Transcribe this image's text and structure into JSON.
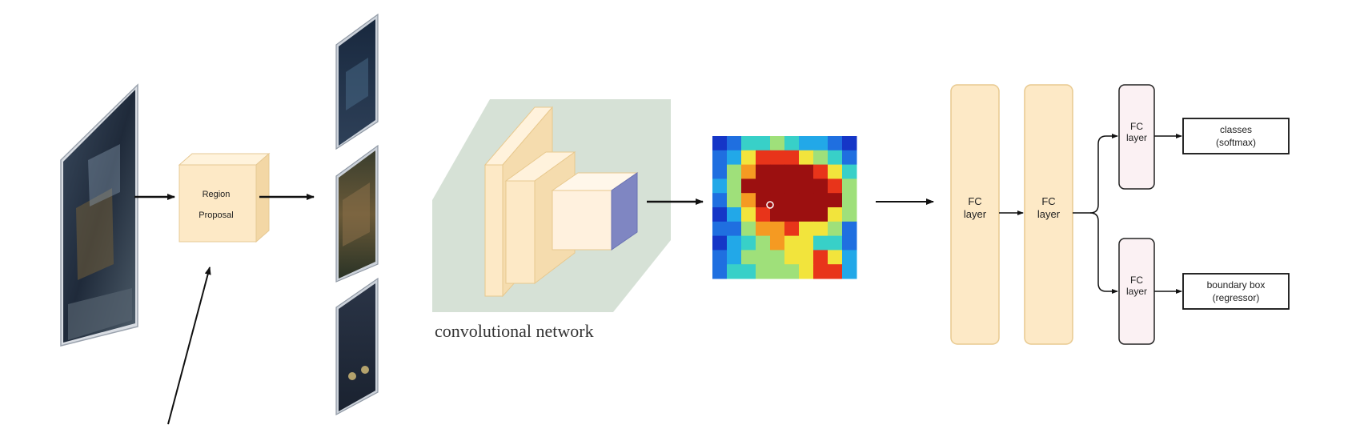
{
  "diagram": {
    "region_proposal": {
      "line1": "Region",
      "line2": "Proposal"
    },
    "conv_caption": "convolutional network",
    "fc_layers": [
      {
        "line1": "FC",
        "line2": "layer"
      },
      {
        "line1": "FC",
        "line2": "layer"
      },
      {
        "line1": "FC",
        "line2": "layer"
      },
      {
        "line1": "FC",
        "line2": "layer"
      }
    ],
    "outputs": {
      "classes": {
        "line1": "classes",
        "line2": "(softmax)"
      },
      "bbox": {
        "line1": "boundary box",
        "line2": "(regressor)"
      }
    }
  },
  "colors": {
    "block_fill": "#fde9c6",
    "block_stroke": "#e8c98f",
    "fc_small_fill": "#fbf1f3",
    "conv_bg": "#cfdccf",
    "arrow": "#111111",
    "heatmap_dark": "#0a1a8f",
    "photo_dark": "#1b2433"
  }
}
